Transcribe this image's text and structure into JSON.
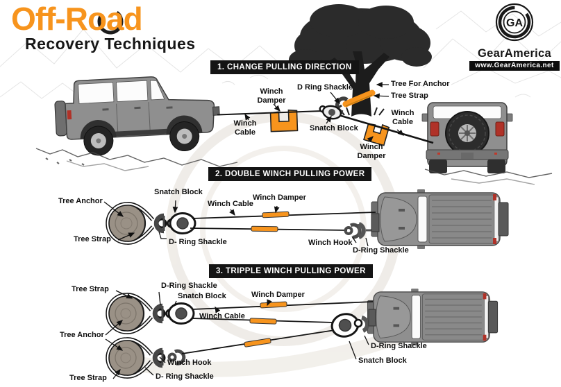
{
  "title": {
    "main": "Off-Road",
    "sub": "Recovery Techniques"
  },
  "brand": {
    "initials": "GA",
    "name": "GearAmerica",
    "url": "www.GearAmerica.net"
  },
  "colors": {
    "accent": "#F7941D",
    "header_bg": "#141414",
    "header_text": "#FFFFFF",
    "vehicle_gray": "#8F8F8F",
    "silhouette": "#262626"
  },
  "sections": [
    {
      "heading": "1. CHANGE PULLING DIRECTION",
      "labels": {
        "winch_damper_left": "Winch Damper",
        "winch_cable_left": "Winch Cable",
        "d_ring_shackle": "D Ring Shackle",
        "snatch_block": "Snatch Block",
        "tree_for_anchor": "Tree For Anchor",
        "tree_strap": "Tree Strap",
        "winch_cable_right": "Winch Cable",
        "winch_damper_right": "Winch Damper"
      }
    },
    {
      "heading": "2. DOUBLE WINCH PULLING POWER",
      "labels": {
        "tree_anchor": "Tree Anchor",
        "tree_strap": "Tree Strap",
        "snatch_block": "Snatch Block",
        "d_ring_shackle_left": "D- Ring Shackle",
        "winch_cable": "Winch Cable",
        "winch_damper": "Winch Damper",
        "winch_hook": "Winch Hook",
        "d_ring_shackle_right": "D-Ring Shackle"
      }
    },
    {
      "heading": "3. TRIPPLE WINCH PULLING POWER",
      "labels": {
        "tree_strap_top": "Tree Strap",
        "d_ring_shackle_top": "D-Ring Shackle",
        "snatch_block_top": "Snatch Block",
        "winch_damper": "Winch Damper",
        "winch_cable": "Winch Cable",
        "tree_anchor": "Tree Anchor",
        "winch_hook": "Winch Hook",
        "d_ring_shackle_bottom": "D- Ring Shackle",
        "tree_strap_bottom": "Tree Strap",
        "d_ring_shackle_right": "D-Ring Shackle",
        "snatch_block_right": "Snatch Block"
      }
    }
  ]
}
